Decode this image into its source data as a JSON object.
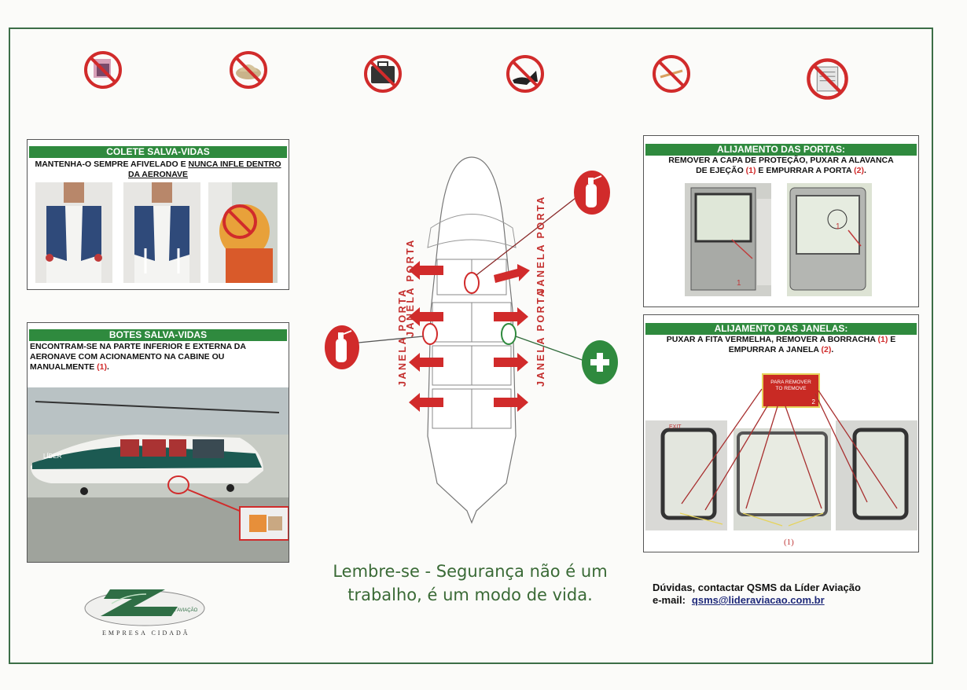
{
  "prohibited_icons": [
    {
      "name": "no-magazines-icon"
    },
    {
      "name": "no-hats-icon"
    },
    {
      "name": "no-briefcase-icon"
    },
    {
      "name": "no-high-heels-icon"
    },
    {
      "name": "no-sharp-objects-icon"
    },
    {
      "name": "no-papers-icon"
    }
  ],
  "life_vest": {
    "title": "COLETE SALVA-VIDAS",
    "text_a": "MANTENHA-O SEMPRE AFIVELADO E ",
    "text_b": "NUNCA INFLE DENTRO DA AERONAVE"
  },
  "life_rafts": {
    "title": "BOTES SALVA-VIDAS",
    "text_a": "ENCONTRAM-SE NA PARTE INFERIOR E EXTERNA DA AERONAVE COM ACIONAMENTO NA CABINE OU MANUALMENTE ",
    "text_ref": "(1)",
    "text_end": ".",
    "helicopter_brand": "LÍDER"
  },
  "cabin": {
    "left_label_outer": "JANELA PORTA",
    "left_label_inner": "JANELA PORTA",
    "right_label_outer": "JANELA PORTA",
    "right_label_inner": "JANELA PORTA"
  },
  "doors": {
    "title": "ALIJAMENTO DAS PORTAS:",
    "line1": "REMOVER A CAPA DE PROTEÇÃO, PUXAR A ALAVANCA",
    "line2a": "DE EJEÇÃO ",
    "ref1": "(1)",
    "line2b": " E EMPURRAR A PORTA ",
    "ref2": "(2)",
    "line2c": ".",
    "marker1": "1",
    "marker2": "1"
  },
  "windows": {
    "title": "ALIJAMENTO DAS JANELAS:",
    "line1a": "PUXAR A FITA VERMELHA, REMOVER A BORRACHA ",
    "ref1": "(1)",
    "line1b": " E",
    "line2a": "EMPURRAR A JANELA ",
    "ref2": "(2)",
    "line2b": ".",
    "sign_line1": "PARA REMOVER",
    "sign_line2": "TO REMOVE",
    "sign_num": "2",
    "exit_label": "EXIT",
    "bottom_ref": "(1)"
  },
  "slogan": {
    "line1": "Lembre-se - Segurança não é um",
    "line2": "trabalho, é um modo de vida."
  },
  "contact": {
    "line1": "Dúvidas, contactar QSMS da Líder Aviação",
    "email_label": "e-mail:",
    "email": "qsms@lideraviacao.com.br"
  },
  "logo": {
    "small_text": "LÍDER AVIAÇÃO",
    "tagline": "EMPRESA CIDADÃ"
  },
  "colors": {
    "green": "#2f8a3e",
    "red": "#d12b2b",
    "frame": "#3c6e47",
    "slogan": "#3a6a36"
  }
}
